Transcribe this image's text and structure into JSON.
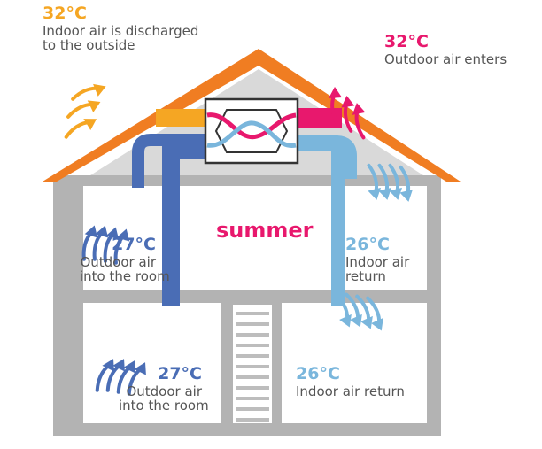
{
  "season": "summer",
  "labels": {
    "exhaust": {
      "temp": "32°C",
      "text": "Indoor air is discharged\nto the outside"
    },
    "intake": {
      "temp": "32°C",
      "text": "Outdoor air enters"
    },
    "upper_supply": {
      "temp": "27°C",
      "text": "Outdoor air\ninto the room"
    },
    "upper_return": {
      "temp": "26°C",
      "text": "Indoor air\nreturn"
    },
    "lower_supply": {
      "temp": "27°C",
      "text": "Outdoor air\ninto the room"
    },
    "lower_return": {
      "temp": "26°C",
      "text": "Indoor air return"
    }
  },
  "colors": {
    "roof": "#f07d22",
    "wall": "#b3b3b3",
    "attic": "#d9d9d9",
    "exhaust": "#f5a623",
    "intake": "#e8186d",
    "supply": "#4a6db5",
    "return": "#7ab6dc",
    "desc_text": "#555555"
  }
}
